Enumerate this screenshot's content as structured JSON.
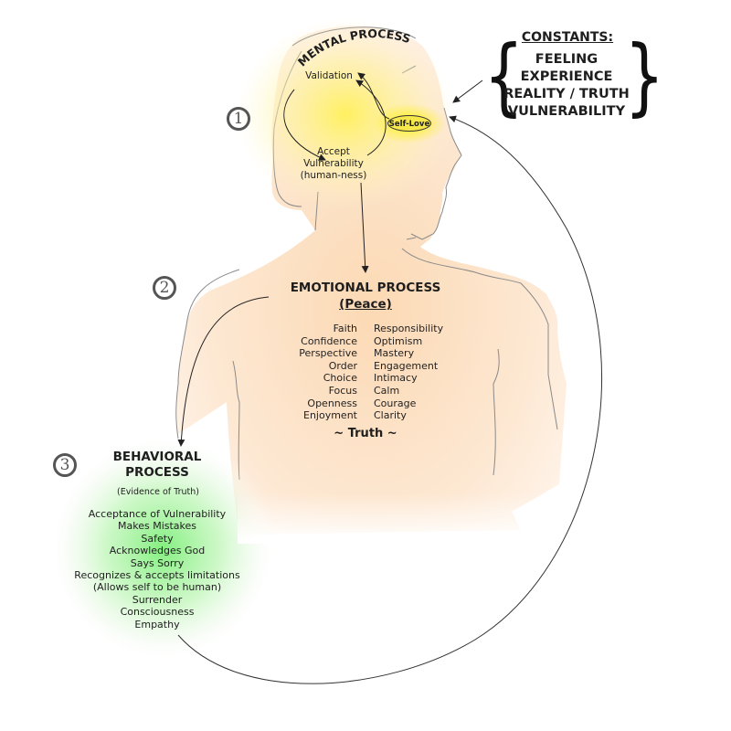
{
  "mental": {
    "title": "MENTAL PROCESS",
    "validation": "Validation",
    "self_love": "Self-Love",
    "accept_lines": [
      "Accept",
      "Vulnerability",
      "(human-ness)"
    ]
  },
  "constants": {
    "title": "CONSTANTS:",
    "items": [
      "FEELING",
      "EXPERIENCE",
      "REALITY / TRUTH",
      "VULNERABILITY"
    ],
    "brace_left": "{",
    "brace_right": "}"
  },
  "steps": [
    "1",
    "2",
    "3"
  ],
  "emotional": {
    "title": "EMOTIONAL PROCESS",
    "subtitle": "(Peace)",
    "left_column": [
      "Faith",
      "Confidence",
      "Perspective",
      "Order",
      "Choice",
      "Focus",
      "Openness",
      "Enjoyment"
    ],
    "right_column": [
      "Responsibility",
      "Optimism",
      "Mastery",
      "Engagement",
      "Intimacy",
      "Calm",
      "Courage",
      "Clarity"
    ],
    "footer": "~ Truth ~"
  },
  "behavioral": {
    "title_lines": [
      "BEHAVIORAL",
      "PROCESS"
    ],
    "subtitle": "(Evidence of Truth)",
    "items": [
      "Acceptance of Vulnerability",
      "Makes Mistakes",
      "Safety",
      "Acknowledges God",
      "Says Sorry",
      "Recognizes & accepts limitations",
      "(Allows self to be human)",
      "Surrender",
      "Consciousness",
      "Empathy"
    ]
  },
  "colors": {
    "skin": "#fde6cf",
    "mental_glow": "#fff36a",
    "behavioral_glow": "#8ef08a",
    "outline": "#8a8a8a",
    "step_circle": "#555555"
  }
}
